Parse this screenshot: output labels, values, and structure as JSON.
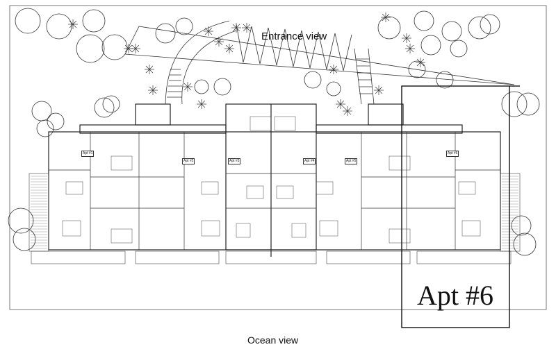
{
  "labels": {
    "entrance": "Entrance view",
    "ocean": "Ocean view",
    "callout": "Apt #6"
  },
  "unit_tags": [
    "Apt #1",
    "Apt #2",
    "Apt #3",
    "Apt #4",
    "Apt #5",
    "Apt #6"
  ],
  "colors": {
    "ink": "#222222",
    "paper": "#ffffff"
  }
}
